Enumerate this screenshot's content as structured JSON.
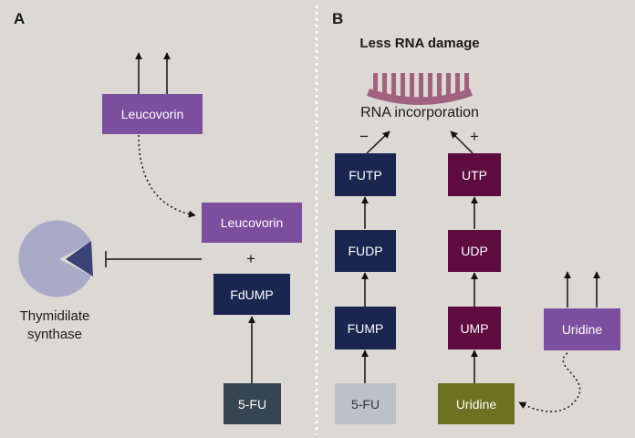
{
  "panels": {
    "a": {
      "letter": "A"
    },
    "b": {
      "letter": "B"
    }
  },
  "panel_a": {
    "leucovorin_top": "Leucovorin",
    "leucovorin_mid": "Leucovorin",
    "plus": "+",
    "fdump": "FdUMP",
    "five_fu": "5-FU",
    "enzyme_label": [
      "Thymidilate",
      "synthase"
    ]
  },
  "panel_b": {
    "heading": "Less RNA damage",
    "rna_label": "RNA incorporation",
    "minus": "−",
    "plus": "+",
    "futp": "FUTP",
    "fudp": "FUDP",
    "fump": "FUMP",
    "five_fu": "5-FU",
    "utp": "UTP",
    "udp": "UDP",
    "ump": "UMP",
    "uridine_bottom": "Uridine",
    "uridine_right": "Uridine"
  },
  "colors": {
    "background": "#dcd9d4",
    "purple": "#7b4e9e",
    "navy": "#1a2650",
    "maroon": "#5e0b3f",
    "olive": "#6b7320",
    "slate": "#36454f",
    "light_grey": "#bcc0c8",
    "enzyme": "#a8aac8",
    "enzyme_inhibitor": "#3a4276",
    "rna_strand": "#a2627f",
    "divider": "#ffffff"
  },
  "icons": [
    "thymidylate-synthase-pacman-icon",
    "rna-strand-icon"
  ]
}
